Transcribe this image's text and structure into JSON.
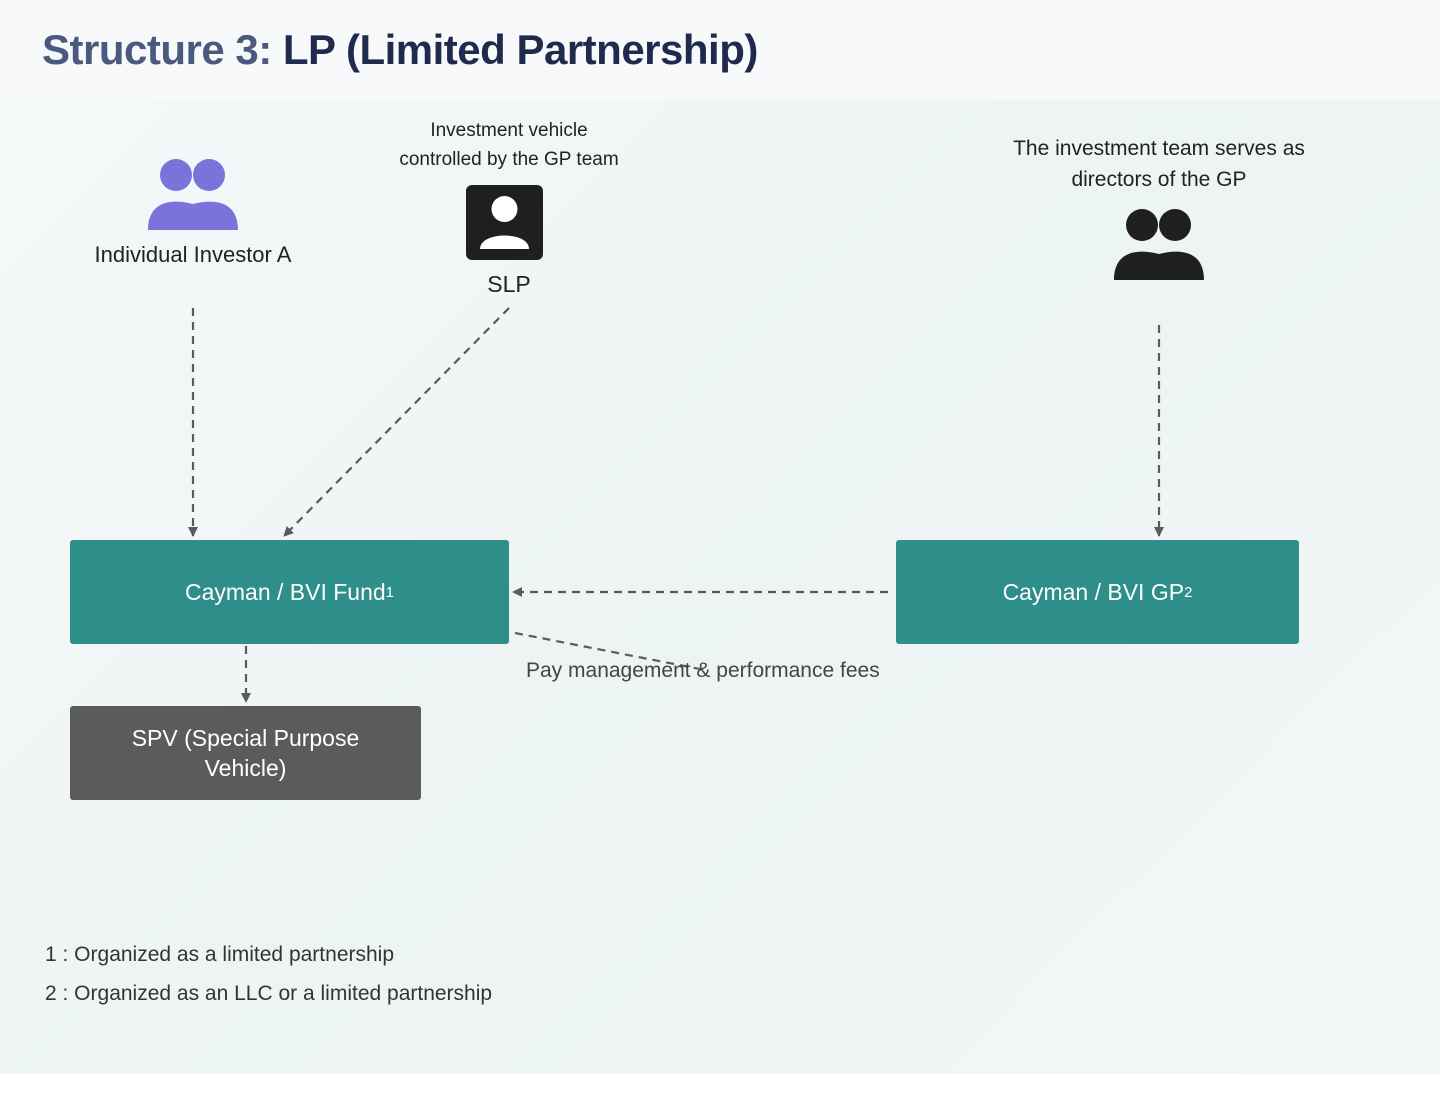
{
  "title": {
    "prefix": "Structure 3:",
    "main": "LP (Limited Partnership)"
  },
  "nodes": {
    "investor": {
      "label": "Individual Investor A",
      "icon": "people-icon",
      "color": "#7b73dc"
    },
    "slp": {
      "caption_line1": "Investment vehicle",
      "caption_line2": "controlled by the GP team",
      "label": "SLP",
      "icon": "person-icon"
    },
    "team": {
      "caption_line1": "The investment team serves as",
      "caption_line2": "directors of the GP",
      "icon": "people-icon",
      "color": "#1f1f1f"
    },
    "fund": {
      "label": "Cayman / BVI Fund",
      "sup": "1",
      "color": "#2e8e8a"
    },
    "gp": {
      "label": "Cayman / BVI GP",
      "sup": "2",
      "color": "#2e8e8a"
    },
    "spv": {
      "line1": "SPV (Special Purpose",
      "line2": "Vehicle)",
      "color": "#5b5b5b"
    }
  },
  "edge_labels": {
    "fees": "Pay management & performance fees"
  },
  "footnotes": [
    "1 : Organized as a limited partnership",
    "2 : Organized as an LLC or a limited partnership"
  ]
}
